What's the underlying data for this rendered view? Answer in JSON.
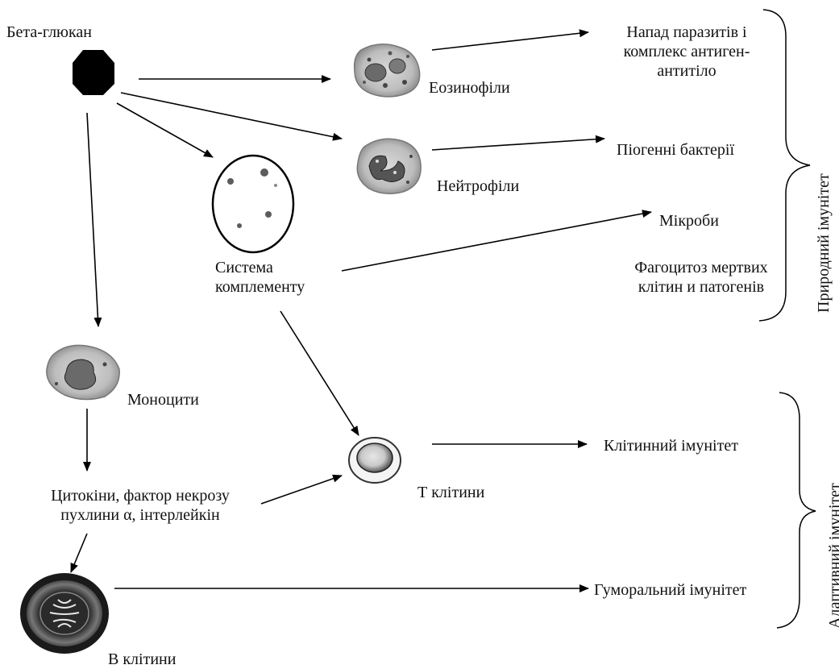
{
  "labels": {
    "beta_glucan": "Бета-глюкан",
    "eosinophils": "Еозинофіли",
    "neutrophils": "Нейтрофіли",
    "complement": "Система\nкомплементу",
    "monocytes": "Моноцити",
    "cytokines": "Цитокіни, фактор некрозу\nпухлини α, інтерлейкін",
    "t_cells": "Т клітини",
    "b_cells": "В клітини",
    "parasite_attack": "Напад паразитів і\nкомплекс антиген-\nантитіло",
    "pyogenic_bacteria": "Піогенні бактерії",
    "microbes": "Мікроби",
    "phagocytosis": "Фагоцитоз мертвих\nклітин и патогенів",
    "cellular_immunity": "Клітинний імунітет",
    "humoral_immunity": "Гуморальний імунітет",
    "innate_immunity": "Природний імунітет",
    "adaptive_immunity": "Адаптивний імунітет"
  },
  "icons": {
    "beta_glucan": "beta-glucan-particle-icon",
    "eosinophil": "eosinophil-cell-icon",
    "neutrophil": "neutrophil-cell-icon",
    "complement": "complement-system-icon",
    "monocyte": "monocyte-cell-icon",
    "t_cell": "t-cell-icon",
    "b_cell": "b-cell-icon"
  }
}
